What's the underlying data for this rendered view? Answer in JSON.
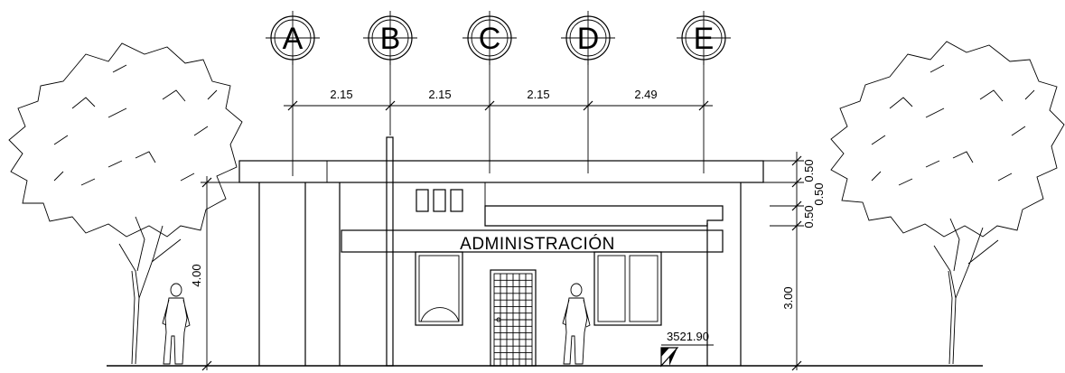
{
  "axes": [
    "A",
    "B",
    "C",
    "D",
    "E"
  ],
  "horizontal_dimensions": [
    "2.15",
    "2.15",
    "2.15",
    "2.49"
  ],
  "vertical_dimensions": {
    "total_height": "4.00",
    "wall_height": "3.00",
    "right_stack": [
      "0.50",
      "0.50",
      "0.50"
    ]
  },
  "building_sign": "ADMINISTRACIÓN",
  "elevation_level": "3521.90"
}
